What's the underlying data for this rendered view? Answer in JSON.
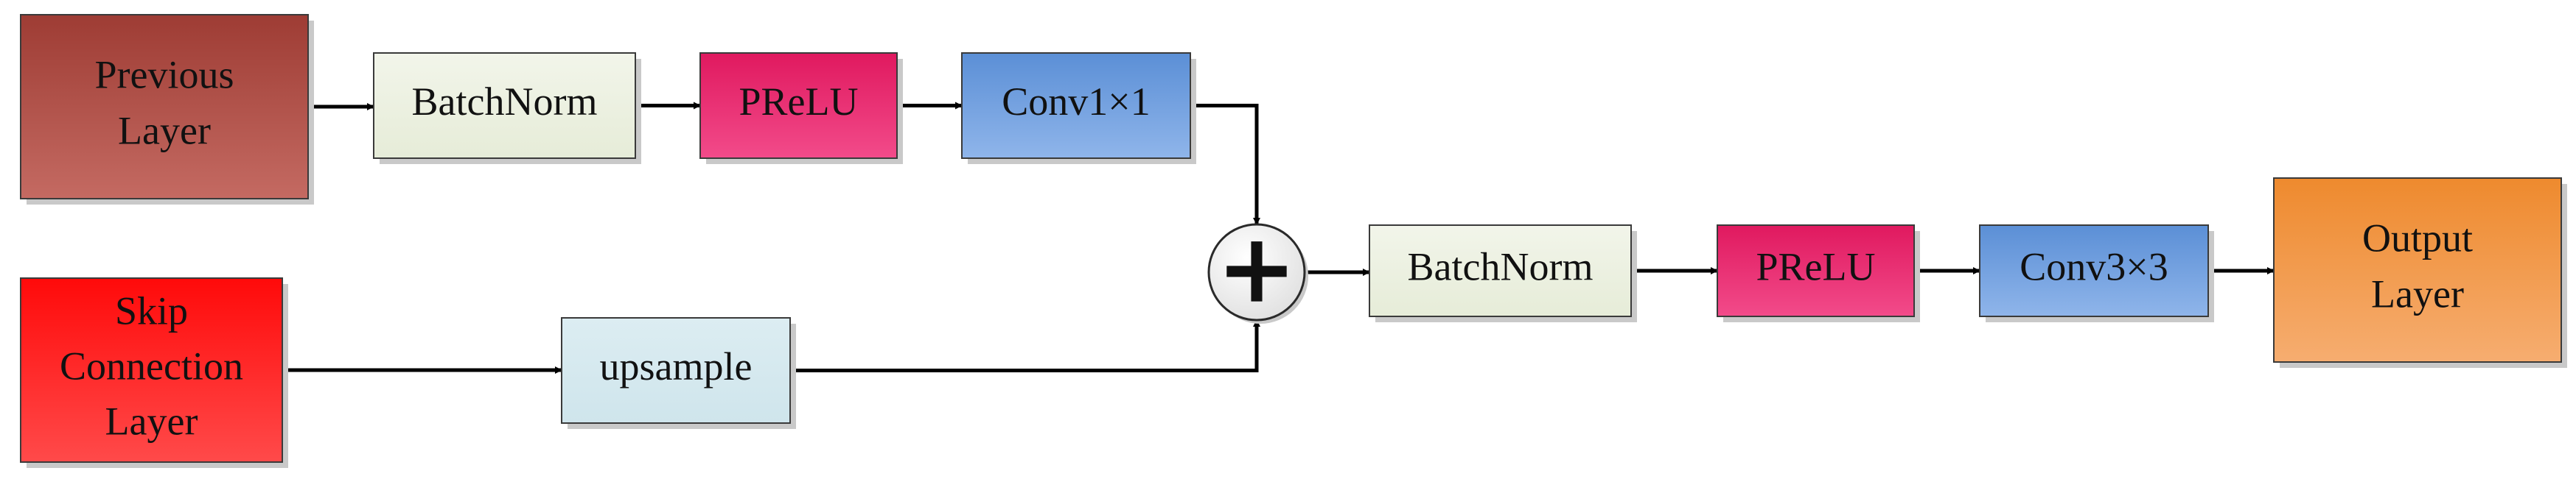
{
  "diagram": {
    "nodes": [
      {
        "id": "previous-layer",
        "lines": [
          "Previous",
          "Layer"
        ],
        "color_top": "#9e3c34",
        "color_bottom": "#c46a62"
      },
      {
        "id": "batchnorm-1",
        "lines": [
          "BatchNorm"
        ],
        "color_top": "#f2f5ea",
        "color_bottom": "#e6ecd8"
      },
      {
        "id": "prelu-1",
        "lines": [
          "PReLU"
        ],
        "color_top": "#e0195f",
        "color_bottom": "#f24b8a"
      },
      {
        "id": "conv1x1",
        "lines": [
          "Conv1×1"
        ],
        "color_top": "#5b8fd6",
        "color_bottom": "#8fb5ea"
      },
      {
        "id": "skip-connection-layer",
        "lines": [
          "Skip",
          "Connection",
          "Layer"
        ],
        "color_top": "#ff0a0a",
        "color_bottom": "#ff4a4a"
      },
      {
        "id": "upsample",
        "lines": [
          "upsample"
        ],
        "color_top": "#dcedf2",
        "color_bottom": "#cfe5ec"
      },
      {
        "id": "add",
        "lines": [
          "+"
        ]
      },
      {
        "id": "batchnorm-2",
        "lines": [
          "BatchNorm"
        ],
        "color_top": "#f2f5ea",
        "color_bottom": "#e6ecd8"
      },
      {
        "id": "prelu-2",
        "lines": [
          "PReLU"
        ],
        "color_top": "#e0195f",
        "color_bottom": "#f24b8a"
      },
      {
        "id": "conv3x3",
        "lines": [
          "Conv3×3"
        ],
        "color_top": "#5b8fd6",
        "color_bottom": "#8fb5ea"
      },
      {
        "id": "output-layer",
        "lines": [
          "Output",
          "Layer"
        ],
        "color_top": "#ee8a2e",
        "color_bottom": "#f6ad70"
      }
    ],
    "edges": [
      [
        "previous-layer",
        "batchnorm-1"
      ],
      [
        "batchnorm-1",
        "prelu-1"
      ],
      [
        "prelu-1",
        "conv1x1"
      ],
      [
        "conv1x1",
        "add"
      ],
      [
        "skip-connection-layer",
        "upsample"
      ],
      [
        "upsample",
        "add"
      ],
      [
        "add",
        "batchnorm-2"
      ],
      [
        "batchnorm-2",
        "prelu-2"
      ],
      [
        "prelu-2",
        "conv3x3"
      ],
      [
        "conv3x3",
        "output-layer"
      ]
    ]
  }
}
